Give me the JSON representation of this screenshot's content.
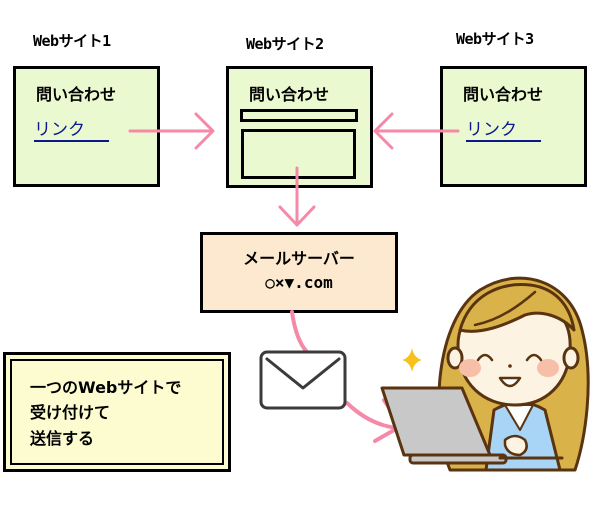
{
  "sites": [
    {
      "title": "Webサイト1",
      "heading": "問い合わせ",
      "link": "リンク"
    },
    {
      "title": "Webサイト2",
      "heading": "問い合わせ"
    },
    {
      "title": "Webサイト3",
      "heading": "問い合わせ",
      "link": "リンク"
    }
  ],
  "mail_server": {
    "name": "メールサーバー",
    "domain": "○×▼.com"
  },
  "note": {
    "lines": [
      "一つのWebサイトで",
      "受け付けて",
      "送信する"
    ]
  },
  "icons": {
    "envelope": "envelope-icon",
    "sparkle": "sparkle-icon",
    "person": "woman-at-laptop"
  },
  "colors": {
    "site_box_bg": "#eaf9cf",
    "server_box_bg": "#fce9cf",
    "note_bg": "#fdfcd0",
    "arrow": "#f58aa8",
    "link": "#0a1a8c"
  }
}
